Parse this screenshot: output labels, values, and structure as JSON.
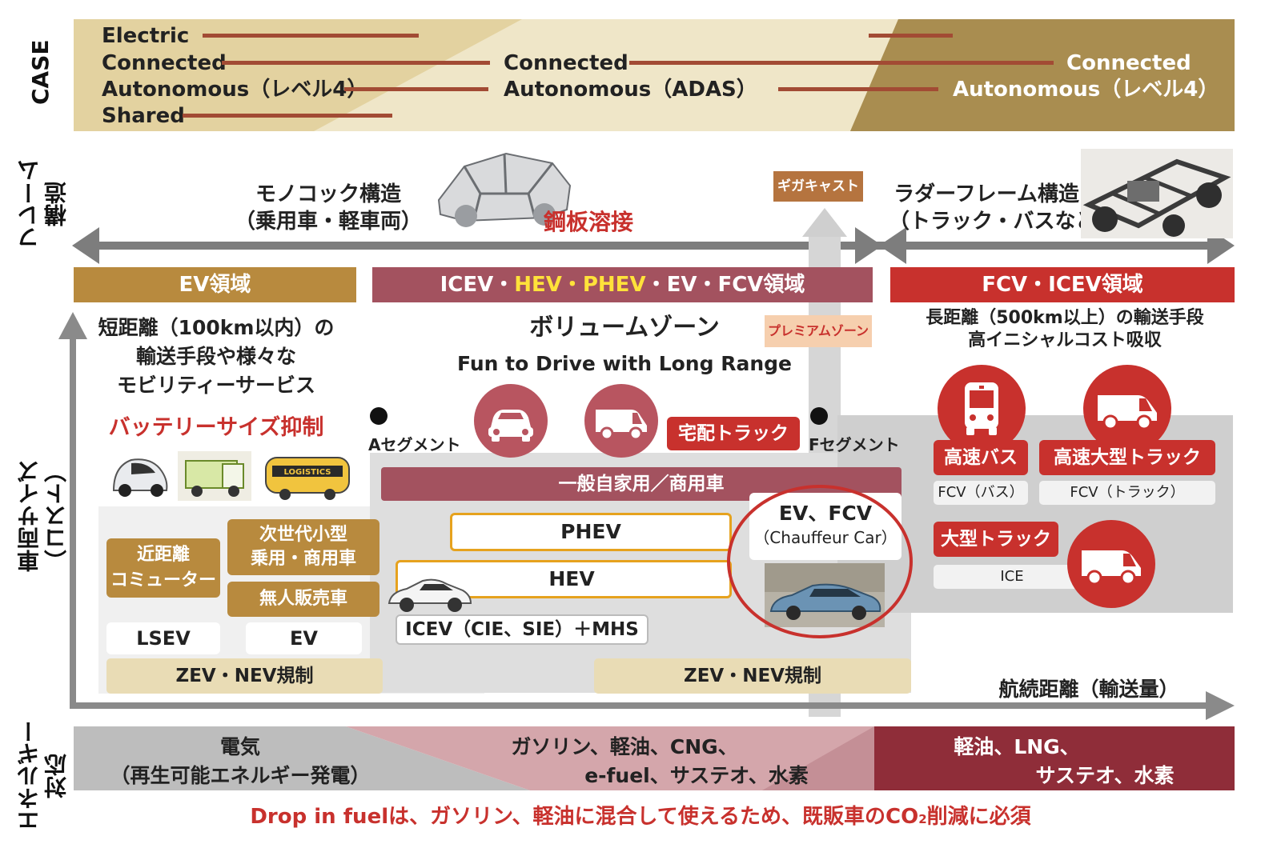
{
  "side_labels": {
    "case": "CASE",
    "frame": "フレーム\n構造",
    "size": "車両サイズ\n（コスト）",
    "energy": "エネルギー\n対応"
  },
  "case_band": {
    "left": [
      "Electric",
      "Connected",
      "Autonomous（レベル4）",
      "Shared"
    ],
    "middle": [
      "Connected",
      "Autonomous（ADAS）"
    ],
    "right": [
      "Connected",
      "Autonomous（レベル4）"
    ]
  },
  "frame": {
    "monocoque_line1": "モノコック構造",
    "monocoque_line2": "（乗用車・軽車両）",
    "steel_welding": "鋼板溶接",
    "gigacast": "ギガキャスト",
    "ladder_line1": "ラダーフレーム構造",
    "ladder_line2": "（トラック・バスなど）"
  },
  "zones": {
    "ev": "EV領域",
    "mid_a": "ICEV・",
    "mid_b": "HEV・PHEV",
    "mid_c": "・EV・FCV領域",
    "fcv": "FCV・ICEV領域"
  },
  "ev_zone": {
    "desc": [
      "短距離（100km以内）の",
      "輸送手段や様々な",
      "モビリティーサービス"
    ],
    "battery": "バッテリーサイズ抑制",
    "logistics_label": "LOGISTICS",
    "near_commuter": [
      "近距離",
      "コミューター"
    ],
    "next_gen": [
      "次世代小型",
      "乗用・商用車"
    ],
    "unmanned": "無人販売車",
    "lsev": "LSEV",
    "ev": "EV",
    "zev": "ZEV・NEV規制"
  },
  "mid_zone": {
    "volume": "ボリュームゾーン",
    "premium": "プレミアムゾーン",
    "fun": "Fun to Drive with Long Range",
    "a_segment": "Aセグメント",
    "f_segment": "Fセグメント",
    "delivery": "宅配トラック",
    "general": "一般自家用／商用車",
    "phev": "PHEV",
    "hev": "HEV",
    "icev": "ICEV（CIE、SIE）＋MHS",
    "ev_fcv": "EV、FCV",
    "chauffeur": "（Chauffeur Car）",
    "zev": "ZEV・NEV規制"
  },
  "fcv_zone": {
    "desc": [
      "長距離（500km以上）の輸送手段",
      "高イニシャルコスト吸収"
    ],
    "hs_bus": "高速バス",
    "hs_truck": "高速大型トラック",
    "fcv_bus": "FCV（バス）",
    "fcv_truck": "FCV（トラック）",
    "large_truck": "大型トラック",
    "ice": "ICE"
  },
  "axis": {
    "range": "航続距離（輸送量）"
  },
  "energy": {
    "left": [
      "電気",
      "（再生可能エネルギー発電）"
    ],
    "middle": [
      "ガソリン、軽油、CNG、",
      "e-fuel、サステオ、水素"
    ],
    "right": [
      "軽油、LNG、",
      "サステオ、水素"
    ]
  },
  "footer": {
    "a": "Drop in fuelは、ガソリン、軽油に混合して使えるため、既販車のCO",
    "sub": "2",
    "b": "削減に必須"
  },
  "colors": {
    "gold": "#b88a3e",
    "rose": "#a3525f",
    "red": "#c8312d",
    "case_light": "#e3d2a0",
    "case_dark": "#a98d50",
    "bar": "#a24b34"
  }
}
